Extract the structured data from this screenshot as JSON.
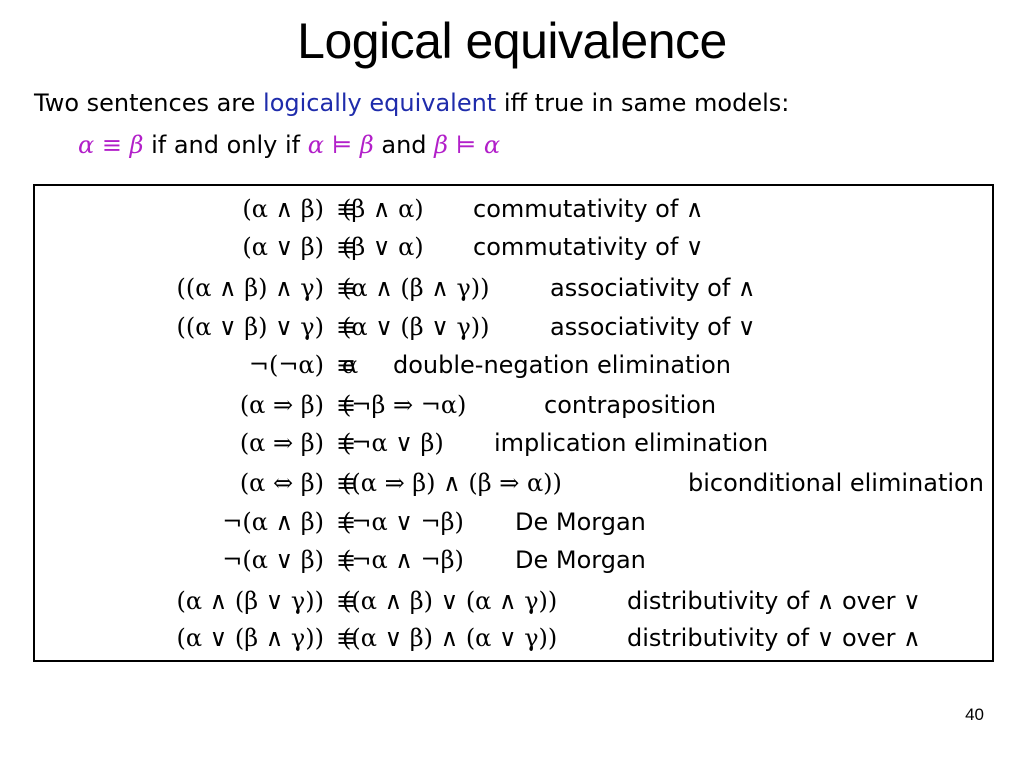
{
  "slide": {
    "title": "Logical equivalence",
    "page_number": "40"
  },
  "intro": {
    "line1_before": "Two sentences are ",
    "line1_term": "logically equivalent",
    "line1_after": " iff true in same models:",
    "line2_lhs": "α ≡ β",
    "line2_mid1": " if and only if ",
    "line2_e1": "α ⊨ β",
    "line2_mid2": " and ",
    "line2_e2": "β ⊨ α"
  },
  "colors": {
    "term": "#1f2cab",
    "math": "#b21fc9",
    "text": "#000000",
    "border": "#000000"
  },
  "equivalences": [
    {
      "lhs": "(α ∧ β)",
      "eq": "≡",
      "rhs": "(β ∧ α)",
      "name": "commutativity of ∧"
    },
    {
      "lhs": "(α ∨ β)",
      "eq": "≡",
      "rhs": "(β ∨ α)",
      "name": "commutativity of ∨"
    },
    {
      "lhs": "((α ∧ β) ∧ γ)",
      "eq": "≡",
      "rhs": "(α ∧ (β ∧ γ))",
      "name": "associativity of ∧"
    },
    {
      "lhs": "((α ∨ β) ∨ γ)",
      "eq": "≡",
      "rhs": "(α ∨ (β ∨ γ))",
      "name": "associativity of ∨"
    },
    {
      "lhs": "¬(¬α)",
      "eq": "≡",
      "rhs": "α",
      "name": "double-negation elimination"
    },
    {
      "lhs": "(α ⇒ β)",
      "eq": "≡",
      "rhs": "(¬β ⇒ ¬α)",
      "name": "contraposition"
    },
    {
      "lhs": "(α ⇒ β)",
      "eq": "≡",
      "rhs": "(¬α ∨ β)",
      "name": "implication elimination"
    },
    {
      "lhs": "(α ⇔ β)",
      "eq": "≡",
      "rhs": "((α ⇒ β) ∧ (β ⇒ α))",
      "name": "biconditional elimination"
    },
    {
      "lhs": "¬(α ∧ β)",
      "eq": "≡",
      "rhs": "(¬α ∨ ¬β)",
      "name": "De Morgan"
    },
    {
      "lhs": "¬(α ∨ β)",
      "eq": "≡",
      "rhs": "(¬α ∧ ¬β)",
      "name": "De Morgan"
    },
    {
      "lhs": "(α ∧ (β ∨ γ))",
      "eq": "≡",
      "rhs": "((α ∧ β) ∨ (α ∧ γ))",
      "name": "distributivity of ∧ over ∨"
    },
    {
      "lhs": "(α ∨ (β ∧ γ))",
      "eq": "≡",
      "rhs": "((α ∨ β) ∧ (α ∨ γ))",
      "name": "distributivity of ∨ over ∧"
    }
  ]
}
